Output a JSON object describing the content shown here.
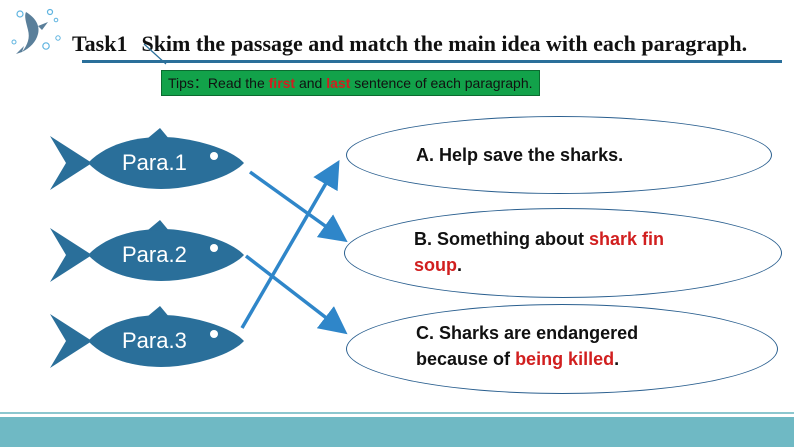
{
  "title": {
    "task": "Task1",
    "instruction": "Skim the passage and match the main idea with each paragraph."
  },
  "tips": {
    "prefix": "Tips：Read the",
    "word1": "first",
    "mid": "and",
    "word2": "last",
    "suffix": "sentence of each paragraph."
  },
  "fish": [
    {
      "label": "Para.1"
    },
    {
      "label": "Para.2"
    },
    {
      "label": "Para.3"
    }
  ],
  "ideas": [
    {
      "text": "A. Help save the sharks."
    },
    {
      "text_pre": "B. Something about",
      "text_red": "shark fin",
      "text_red2": "soup",
      "text_post": "."
    },
    {
      "text_line1": "C. Sharks are endangered",
      "text_pre2": "because of",
      "text_red": "being killed",
      "text_post": "."
    }
  ],
  "colors": {
    "fish": "#2a6f9a",
    "arrow": "#2f86c9",
    "accent_red": "#d11f1f",
    "tips_bg": "#12a24a",
    "footer": "#6fb9c4"
  }
}
